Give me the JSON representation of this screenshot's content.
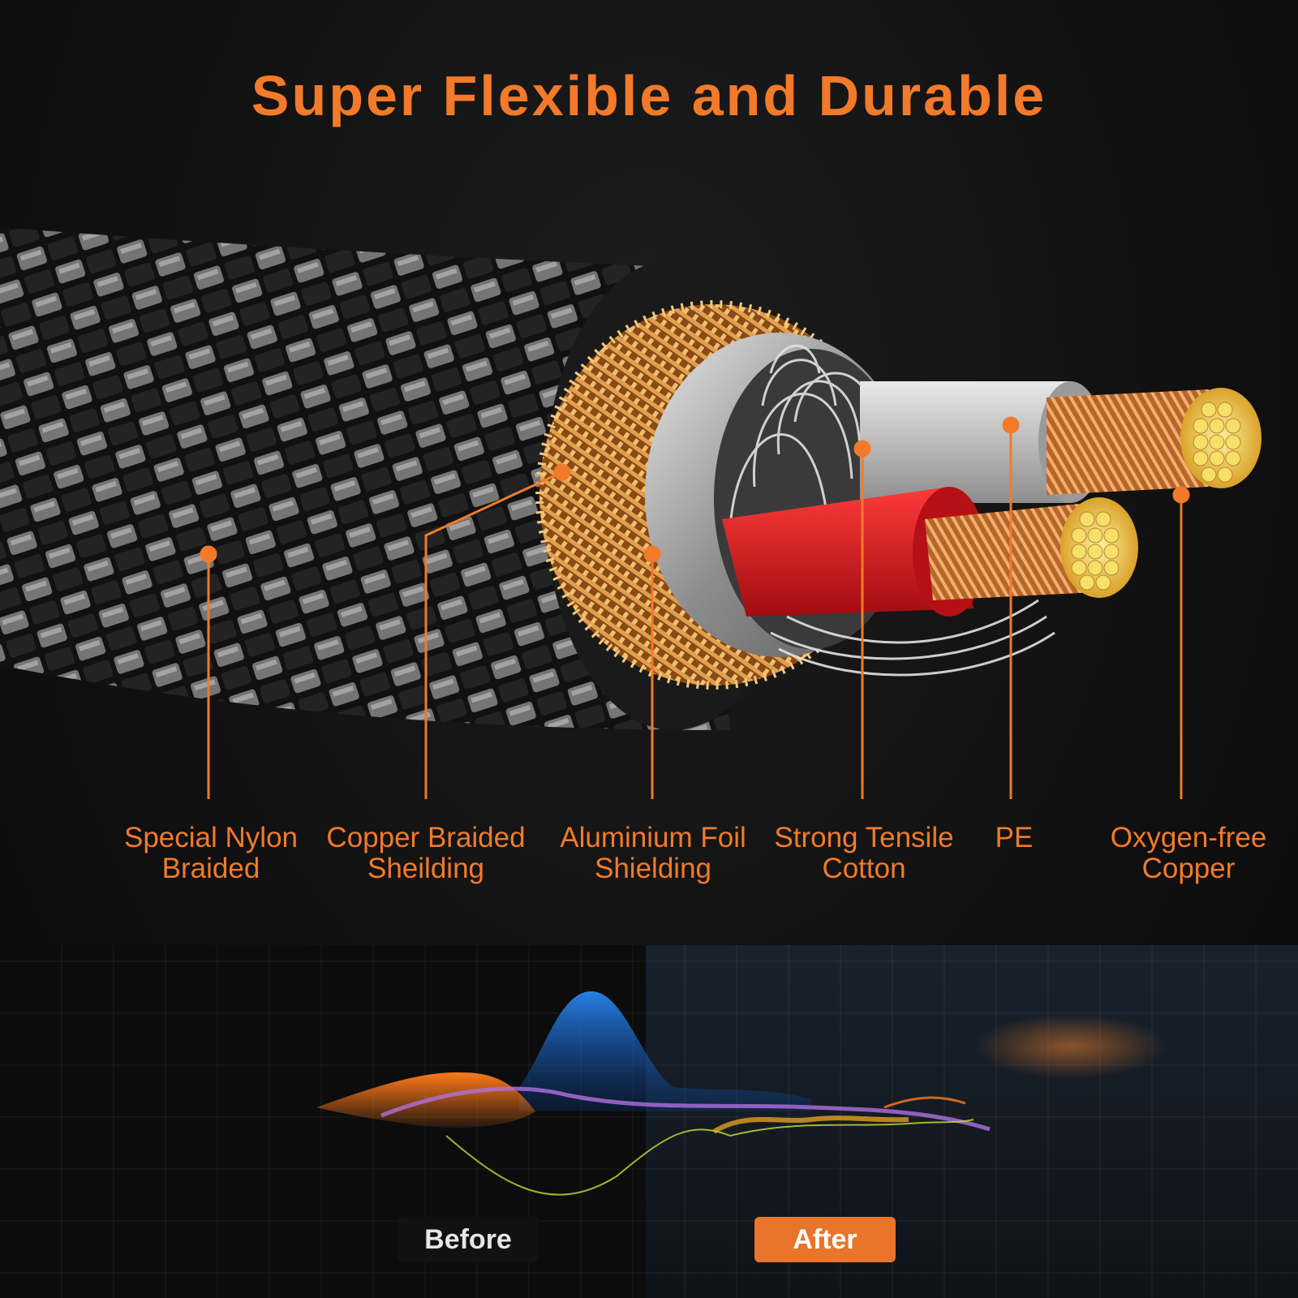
{
  "headline": "Super Flexible and Durable",
  "colors": {
    "accent": "#f27a2a",
    "copper": "#c9772e",
    "red_insulation": "#e4141a",
    "pe_grey": "#b9b9b9",
    "background": "#0d0d0d"
  },
  "layers": [
    {
      "label": "Special Nylon\nBraided"
    },
    {
      "label": "Copper Braided\nSheilding"
    },
    {
      "label": "Aluminium Foil\nShielding"
    },
    {
      "label": "Strong Tensile\nCotton"
    },
    {
      "label": "PE"
    },
    {
      "label": "Oxygen-free\nCopper"
    }
  ],
  "comparison": {
    "before_label": "Before",
    "after_label": "After"
  }
}
